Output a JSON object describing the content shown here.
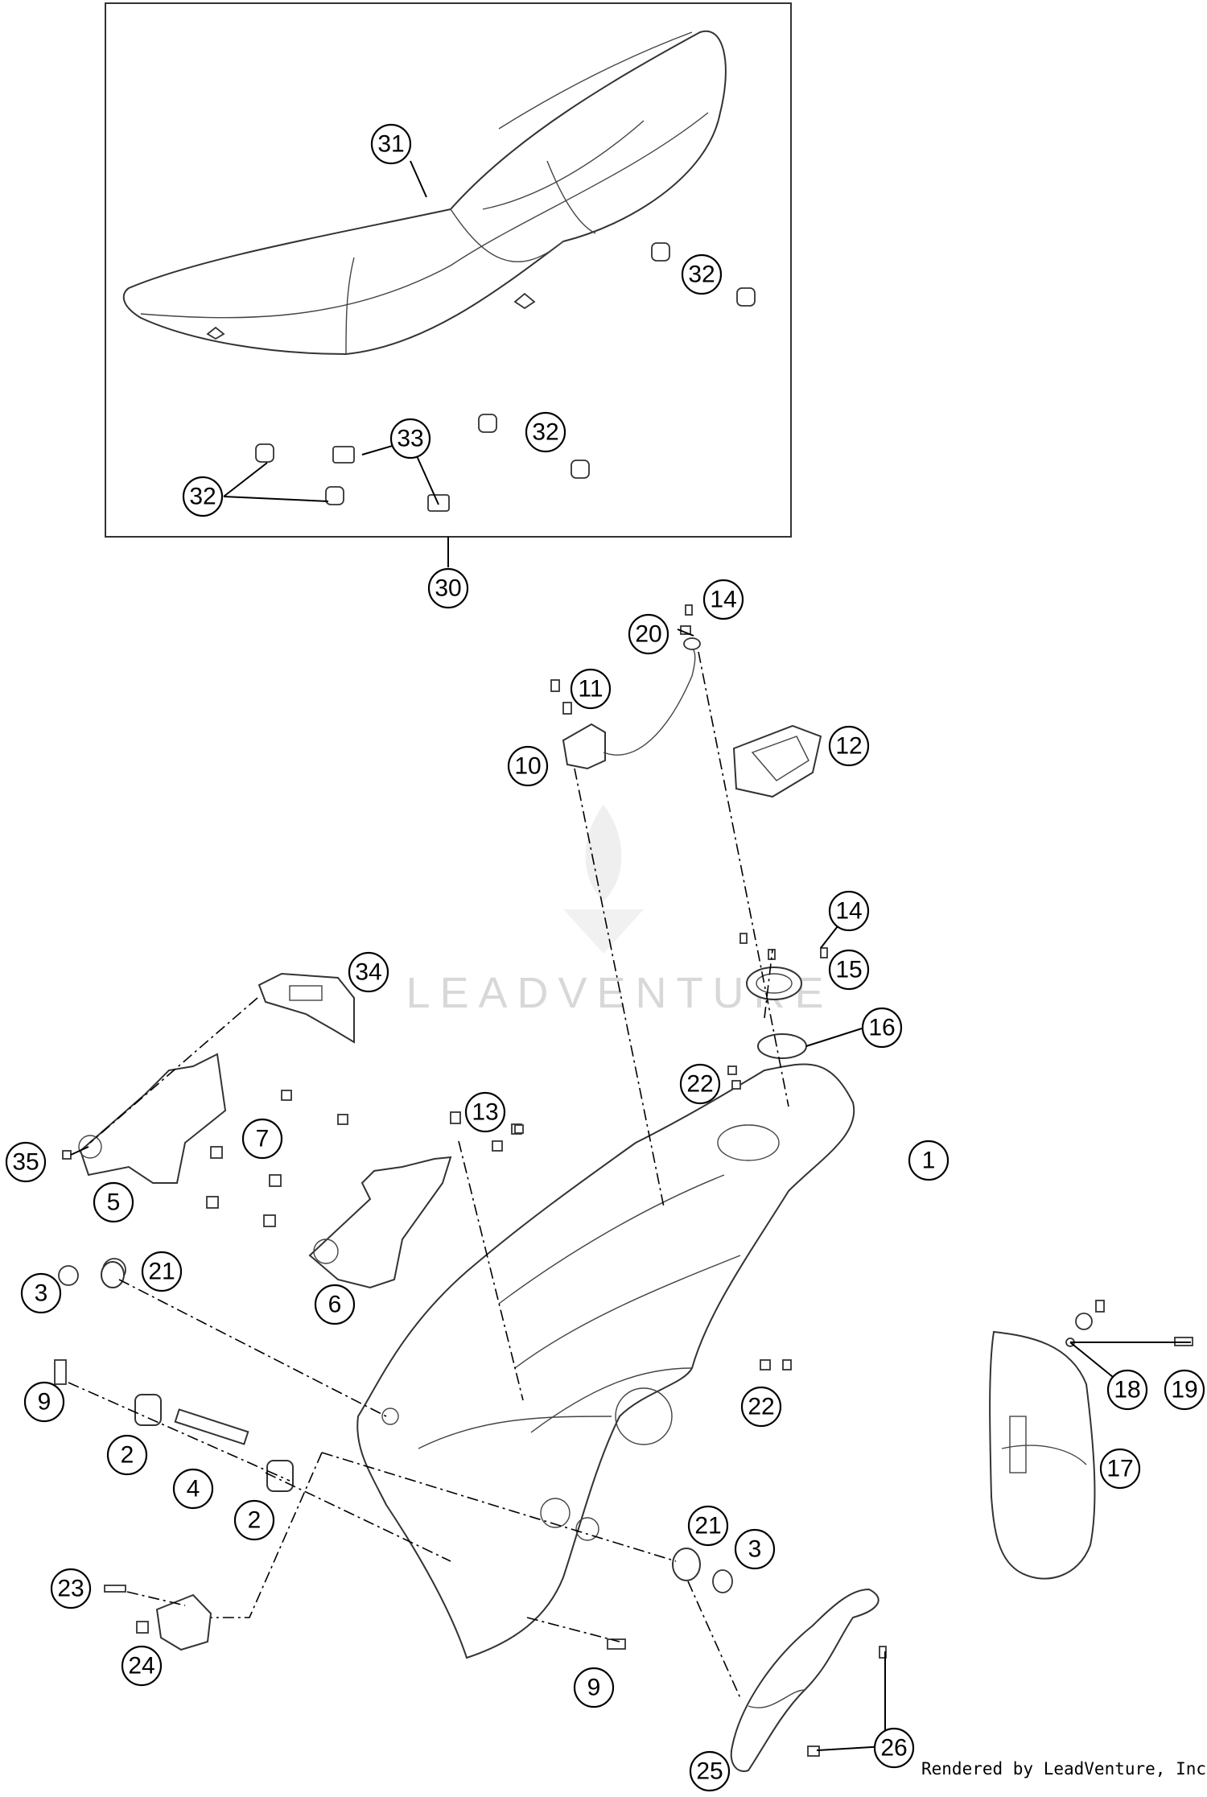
{
  "callouts": [
    {
      "id": "30"
    },
    {
      "id": "31"
    },
    {
      "id": "32a"
    },
    {
      "id": "32b"
    },
    {
      "id": "32c"
    },
    {
      "id": "33"
    },
    {
      "id": "14a"
    },
    {
      "id": "20"
    },
    {
      "id": "11"
    },
    {
      "id": "10"
    },
    {
      "id": "12"
    },
    {
      "id": "14b"
    },
    {
      "id": "15"
    },
    {
      "id": "16"
    },
    {
      "id": "34"
    },
    {
      "id": "22a"
    },
    {
      "id": "13"
    },
    {
      "id": "7"
    },
    {
      "id": "35"
    },
    {
      "id": "5"
    },
    {
      "id": "1"
    },
    {
      "id": "3a"
    },
    {
      "id": "21a"
    },
    {
      "id": "6"
    },
    {
      "id": "9a"
    },
    {
      "id": "22b"
    },
    {
      "id": "18"
    },
    {
      "id": "19"
    },
    {
      "id": "2a"
    },
    {
      "id": "4"
    },
    {
      "id": "2b"
    },
    {
      "id": "17"
    },
    {
      "id": "21b"
    },
    {
      "id": "3b"
    },
    {
      "id": "23"
    },
    {
      "id": "24"
    },
    {
      "id": "9b"
    },
    {
      "id": "26"
    },
    {
      "id": "25"
    }
  ],
  "labels": {
    "30": "30",
    "31": "31",
    "32a": "32",
    "32b": "32",
    "32c": "32",
    "33": "33",
    "14a": "14",
    "20": "20",
    "11": "11",
    "10": "10",
    "12": "12",
    "14b": "14",
    "15": "15",
    "16": "16",
    "34": "34",
    "22a": "22",
    "13": "13",
    "7": "7",
    "35": "35",
    "5": "5",
    "1": "1",
    "3a": "3",
    "21a": "21",
    "6": "6",
    "9a": "9",
    "22b": "22",
    "18": "18",
    "19": "19",
    "2a": "2",
    "4": "4",
    "2b": "2",
    "17": "17",
    "21b": "21",
    "3b": "3",
    "23": "23",
    "24": "24",
    "9b": "9",
    "26": "26",
    "25": "25"
  },
  "watermark": "LEADVENTURE",
  "credit": "Rendered by LeadVenture, Inc."
}
